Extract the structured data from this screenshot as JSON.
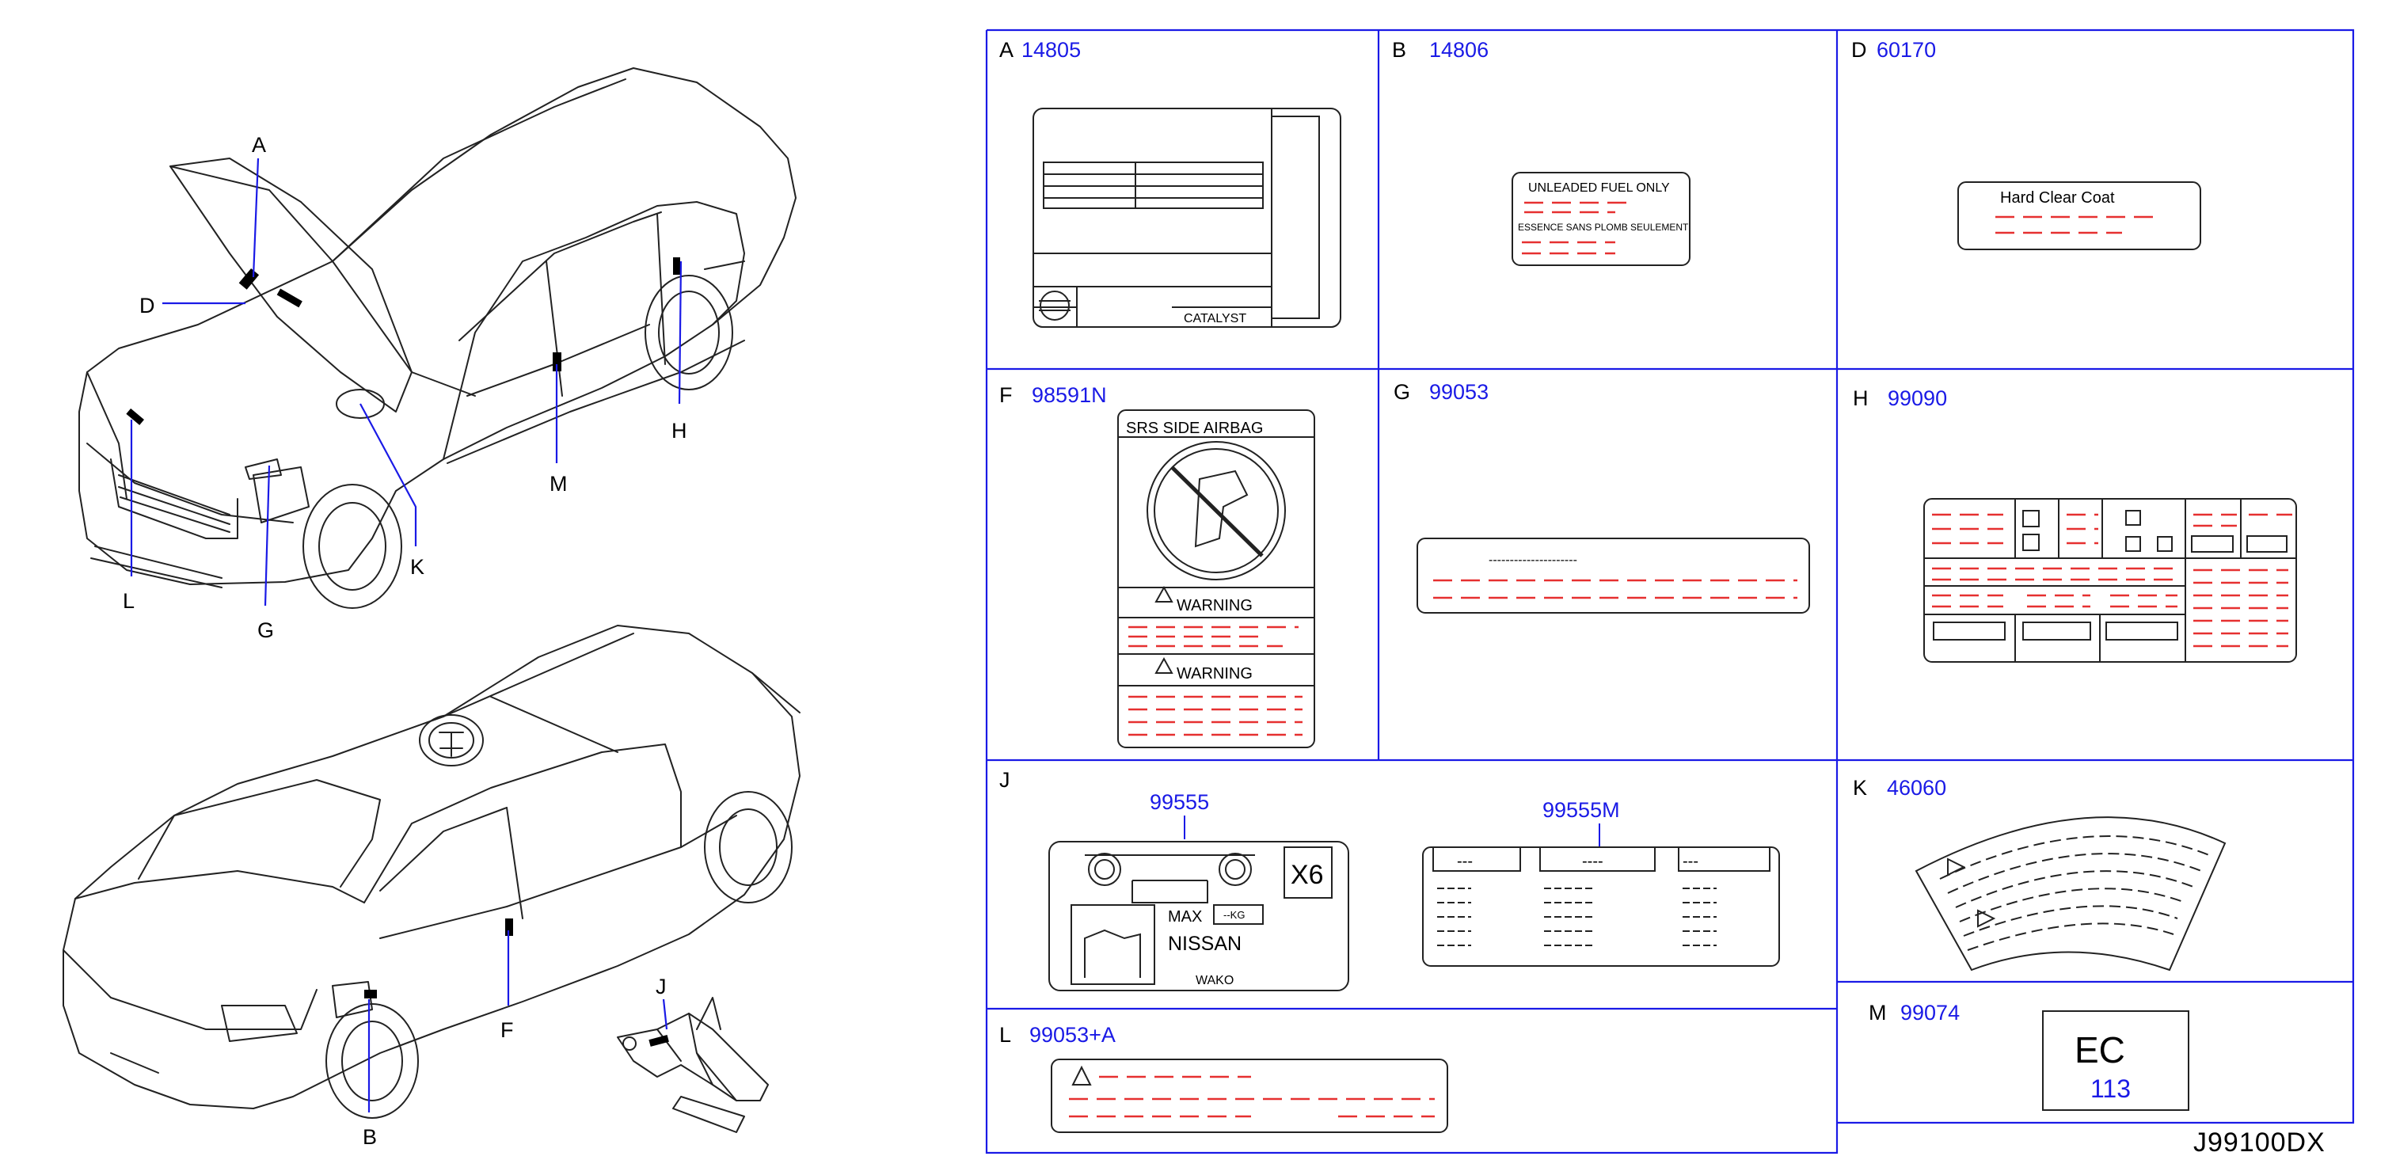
{
  "diagram_code": "J99100DX",
  "callouts": [
    "A",
    "B",
    "D",
    "F",
    "G",
    "H",
    "J",
    "K",
    "L",
    "M"
  ],
  "cells": {
    "A": {
      "letter": "A",
      "part": "14805",
      "text": {
        "catalyst": "CATALYST"
      }
    },
    "B": {
      "letter": "B",
      "part": "14806",
      "text": {
        "line1": "UNLEADED   FUEL   ONLY",
        "line2": "ESSENCE   SANS   PLOMB   SEULEMENT"
      }
    },
    "D": {
      "letter": "D",
      "part": "60170",
      "text": {
        "line1": "Hard   Clear   Coat"
      }
    },
    "F": {
      "letter": "F",
      "part": "98591N",
      "text": {
        "header": "SRS   SIDE   AIRBAG",
        "warning1": "WARNING",
        "warning2": "WARNING"
      }
    },
    "G": {
      "letter": "G",
      "part": "99053",
      "text": {
        "dots": "---------------------"
      }
    },
    "H": {
      "letter": "H",
      "part": "99090"
    },
    "J": {
      "letter": "J",
      "part_left": "99555",
      "part_right": "99555M",
      "text": {
        "x6": "X6",
        "max": "MAX",
        "kg": "--KG",
        "nissan": "NISSAN",
        "wako": "WAKO",
        "dash3": "---",
        "dash4": "----"
      }
    },
    "K": {
      "letter": "K",
      "part": "46060"
    },
    "L": {
      "letter": "L",
      "part": "99053+A"
    },
    "M": {
      "letter": "M",
      "part": "99074",
      "text": {
        "ec": "EC",
        "number": "113"
      }
    }
  },
  "colors": {
    "part_number": "#1a1ae6",
    "red_dash": "#e63030",
    "lines": "#222222"
  }
}
